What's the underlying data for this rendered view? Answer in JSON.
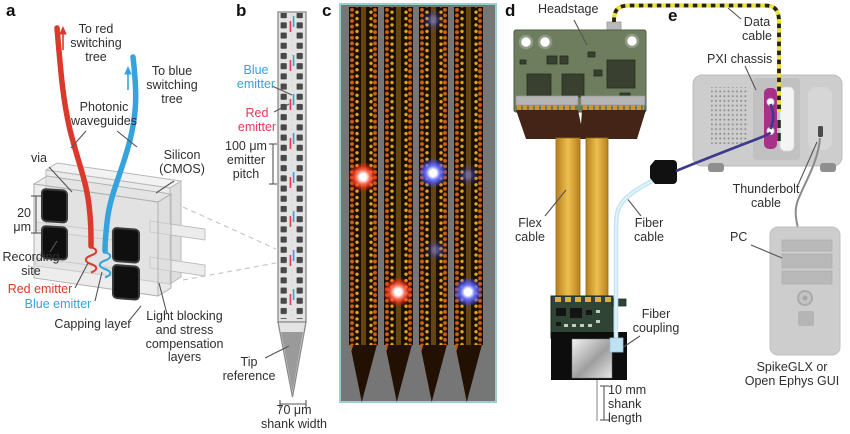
{
  "panel_letters": {
    "a": "a",
    "b": "b",
    "c": "c",
    "d": "d",
    "e": "e"
  },
  "panel_a": {
    "to_red_tree": "To red\nswitching\ntree",
    "to_blue_tree": "To blue\nswitching\ntree",
    "photonic_waveguides": "Photonic\nwaveguides",
    "via": "via",
    "silicon": "Silicon\n(CMOS)",
    "scale_20um": "20 μm",
    "recording_site": "Recording\nsite",
    "red_emitter": "Red emitter",
    "blue_emitter": "Blue emitter",
    "capping_layer": "Capping layer",
    "light_blocking": "Light blocking\nand stress\ncompensation\nlayers"
  },
  "panel_b": {
    "blue_emitter": "Blue\nemitter",
    "red_emitter": "Red\nemitter",
    "emitter_pitch": "100 μm\nemitter\npitch",
    "tip_reference": "Tip\nreference",
    "shank_width": "70 μm\nshank width"
  },
  "panel_d": {
    "headstage": "Headstage",
    "flex_cable": "Flex\ncable",
    "fiber_cable": "Fiber\ncable",
    "fiber_coupling": "Fiber\ncoupling",
    "shank_length": "10 mm\nshank\nlength"
  },
  "panel_e": {
    "data_cable": "Data\ncable",
    "pxi_chassis": "PXI chassis",
    "thunderbolt_cable": "Thunderbolt\ncable",
    "pc": "PC",
    "software": "SpikeGLX or\nOpen Ephys GUI"
  },
  "colors": {
    "red": "#d93a2b",
    "blue": "#35a3dc",
    "red_text_b": "#e23a57",
    "yellow_cable": "#f0e13a",
    "navy_cable": "#3c3a8f",
    "fiber": "#c3e4f4",
    "magenta_card": "#a6308a",
    "pcb_green": "#6e7d5d",
    "flex_amber": "#d89a2e",
    "emitter_red_glow": "#ff2a18",
    "emitter_blue_glow": "#4a50ff",
    "teal_border": "#96d1ce"
  }
}
